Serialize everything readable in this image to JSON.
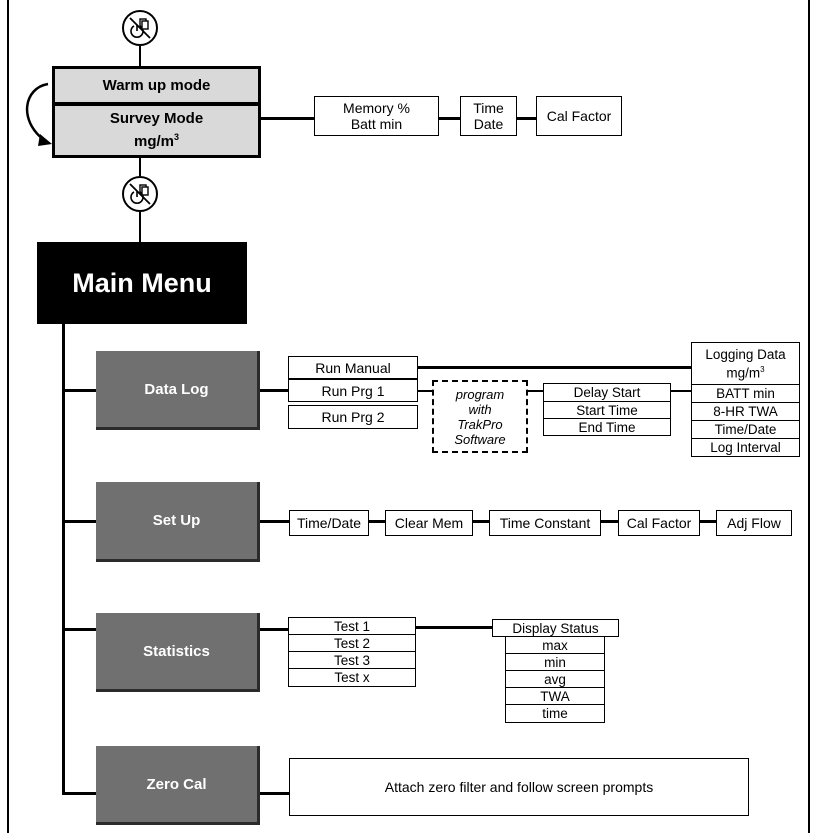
{
  "modes": {
    "warm_up": "Warm up mode",
    "survey_line1": "Survey Mode",
    "survey_unit_base": "mg/m",
    "survey_unit_exp": "3"
  },
  "survey_info": {
    "memory_line1": "Memory %",
    "memory_line2": "Batt min",
    "time_line1": "Time",
    "time_line2": "Date",
    "cal_factor": "Cal Factor"
  },
  "main_menu": "Main Menu",
  "data_log": {
    "label": "Data Log",
    "runs": [
      "Run Manual",
      "Run Prg 1",
      "Run Prg 2"
    ],
    "program_note": [
      "program",
      "with",
      "TrakPro",
      "Software"
    ],
    "timing": [
      "Delay Start",
      "Start Time",
      "End Time"
    ],
    "logging_data_line1": "Logging Data",
    "logging_data_unit_base": "mg/m",
    "logging_data_unit_exp": "3",
    "logging_fields": [
      "BATT min",
      "8-HR TWA",
      "Time/Date",
      "Log Interval"
    ]
  },
  "set_up": {
    "label": "Set Up",
    "items": [
      "Time/Date",
      "Clear Mem",
      "Time Constant",
      "Cal Factor",
      "Adj Flow"
    ]
  },
  "statistics": {
    "label": "Statistics",
    "tests": [
      "Test 1",
      "Test 2",
      "Test 3",
      "Test x"
    ],
    "display_status": "Display Status",
    "status_fields": [
      "max",
      "min",
      "avg",
      "TWA",
      "time"
    ]
  },
  "zero_cal": {
    "label": "Zero Cal",
    "instruction": "Attach zero filter and follow screen prompts"
  },
  "icons": {
    "power_key": "power-key-icon",
    "cycle_arrow": "cycle-arrow-icon"
  }
}
